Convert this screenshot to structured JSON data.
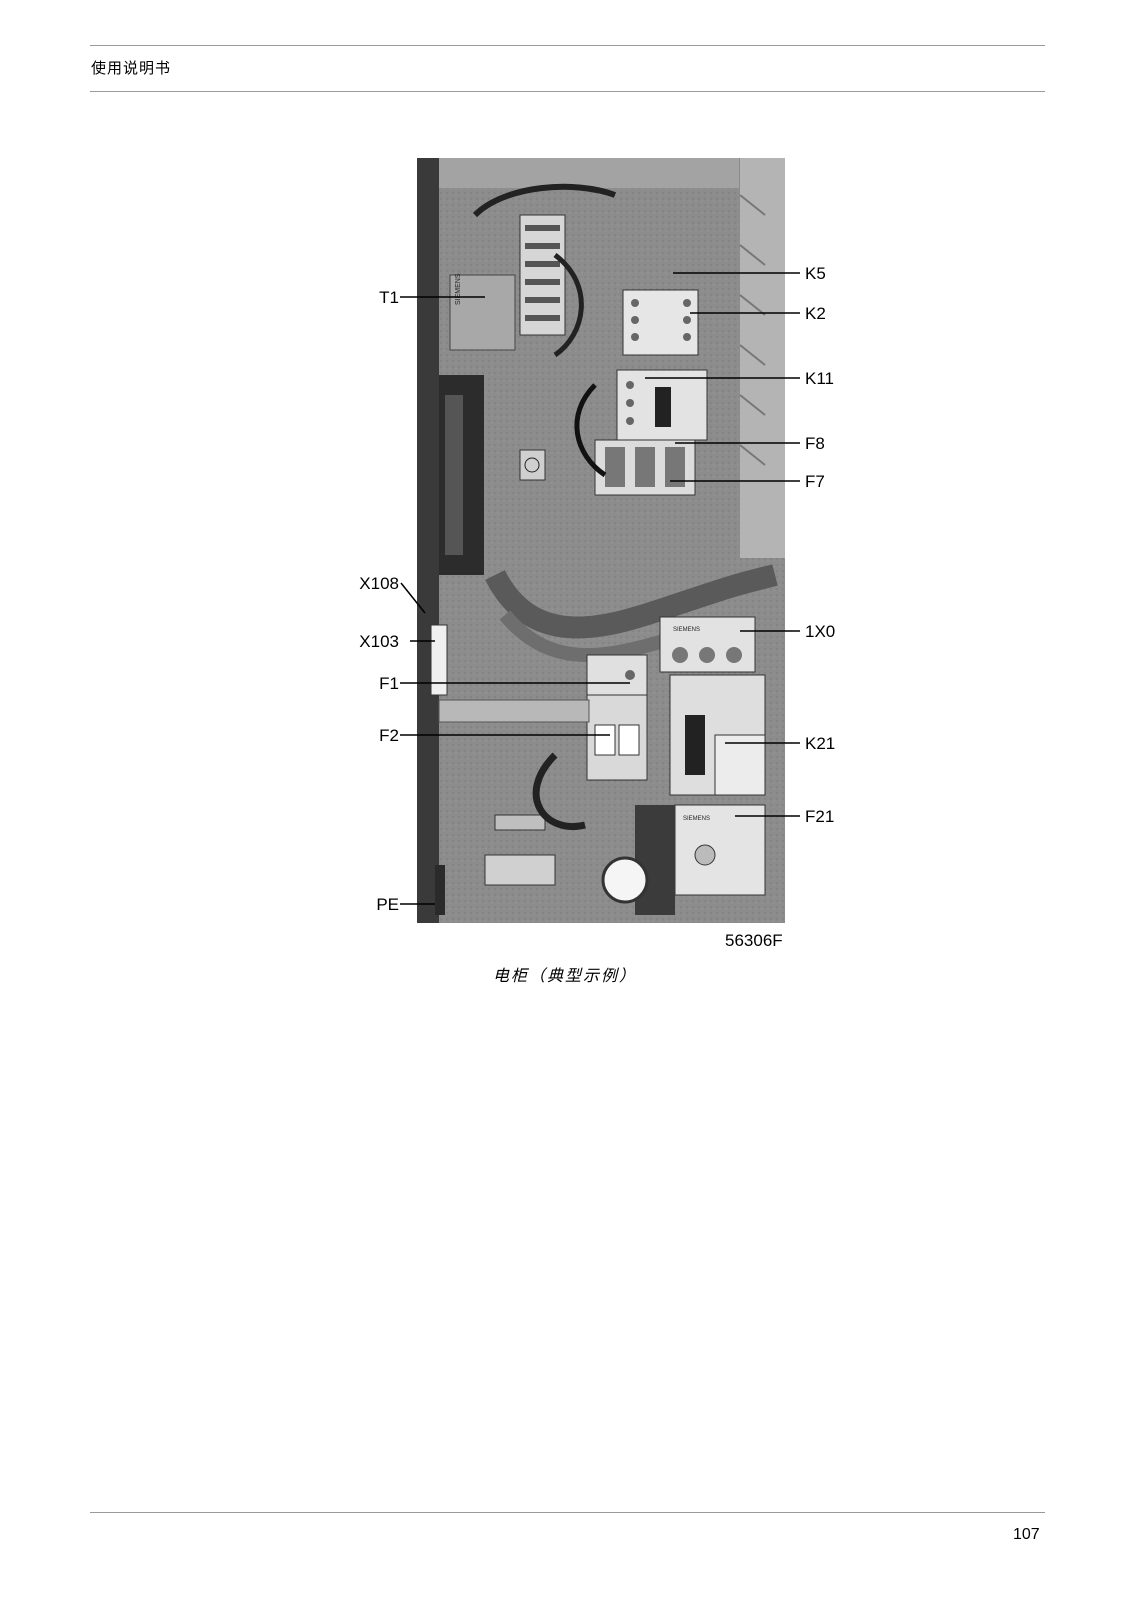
{
  "header": {
    "title": "使用说明书"
  },
  "figure": {
    "id": "56306F",
    "caption": "电柜（典型示例）",
    "labels_right": [
      "K5",
      "K2",
      "K11",
      "F8",
      "F7",
      "1X0",
      "K21",
      "F21"
    ],
    "labels_left": [
      "T1",
      "X108",
      "X103",
      "F1",
      "F2",
      "PE"
    ],
    "photo_text": {
      "brand_main": "SIEMENS",
      "brand_lower": "SIEMENS",
      "brand_relay": "SIEMENS"
    }
  },
  "footer": {
    "page_number": "107"
  }
}
